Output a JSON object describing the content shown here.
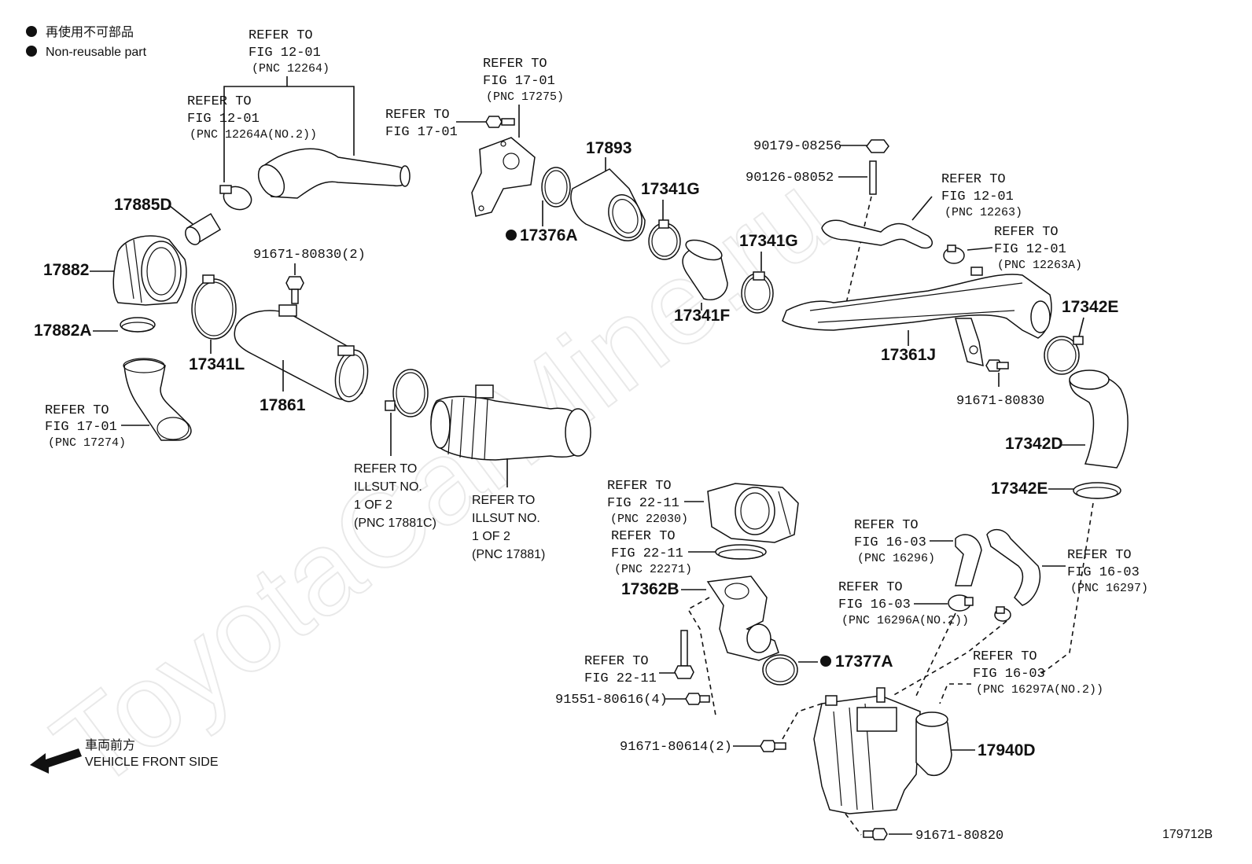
{
  "legend": {
    "jp": "再使用不可部品",
    "en": "Non-reusable part"
  },
  "direction": {
    "jp": "車両前方",
    "en": "VEHICLE FRONT SIDE"
  },
  "watermark": "ToyotaCarMine.ru",
  "figure_id": "179712B",
  "parts": {
    "p17885D": "17885D",
    "p17882": "17882",
    "p17882A": "17882A",
    "p17341L": "17341L",
    "p17861": "17861",
    "p91671_80830_2": "91671-80830(2)",
    "p17893": "17893",
    "p17376A": "17376A",
    "p17341G_a": "17341G",
    "p17341G_b": "17341G",
    "p17341F": "17341F",
    "p90179": "90179-08256",
    "p90126": "90126-08052",
    "p17361J": "17361J",
    "p17342E_a": "17342E",
    "p91671_80830": "91671-80830",
    "p17342D": "17342D",
    "p17342E_b": "17342E",
    "p17362B": "17362B",
    "p17377A": "17377A",
    "p91551": "91551-80616(4)",
    "p91671_80614": "91671-80614(2)",
    "p17940D": "17940D",
    "p91671_80820": "91671-80820"
  },
  "refs": {
    "r1": {
      "l1": "REFER TO",
      "l2": "FIG 12-01",
      "l3": "(PNC 12264)"
    },
    "r2": {
      "l1": "REFER TO",
      "l2": "FIG 12-01",
      "l3": "(PNC 12264A(NO.2))"
    },
    "r3": {
      "l1": "REFER TO",
      "l2": "FIG 17-01",
      "l3": "(PNC 17275)"
    },
    "r4": {
      "l1": "REFER TO",
      "l2": "FIG 17-01"
    },
    "r5": {
      "l1": "REFER TO",
      "l2": "FIG 12-01",
      "l3": "(PNC 12263)"
    },
    "r6": {
      "l1": "REFER TO",
      "l2": "FIG 12-01",
      "l3": "(PNC 12263A)"
    },
    "r7": {
      "l1": "REFER TO",
      "l2": "FIG 17-01",
      "l3": "(PNC 17274)"
    },
    "r8": {
      "l1": "REFER TO",
      "l2": "ILLSUT NO.",
      "l3": "1 OF 2",
      "l4": "(PNC 17881C)"
    },
    "r9": {
      "l1": "REFER TO",
      "l2": "ILLSUT NO.",
      "l3": "1 OF 2",
      "l4": "(PNC 17881)"
    },
    "r10": {
      "l1": "REFER TO",
      "l2": "FIG 22-11",
      "l3": "(PNC 22030)"
    },
    "r11": {
      "l1": "REFER TO",
      "l2": "FIG 22-11",
      "l3": "(PNC 22271)"
    },
    "r12": {
      "l1": "REFER TO",
      "l2": "FIG 16-03",
      "l3": "(PNC 16296)"
    },
    "r13": {
      "l1": "REFER TO",
      "l2": "FIG 16-03",
      "l3": "(PNC 16297)"
    },
    "r14": {
      "l1": "REFER TO",
      "l2": "FIG 16-03",
      "l3": "(PNC 16296A(NO.2))"
    },
    "r15": {
      "l1": "REFER TO",
      "l2": "FIG 16-03",
      "l3": "(PNC 16297A(NO.2))"
    },
    "r16": {
      "l1": "REFER TO",
      "l2": "FIG 22-11"
    }
  }
}
